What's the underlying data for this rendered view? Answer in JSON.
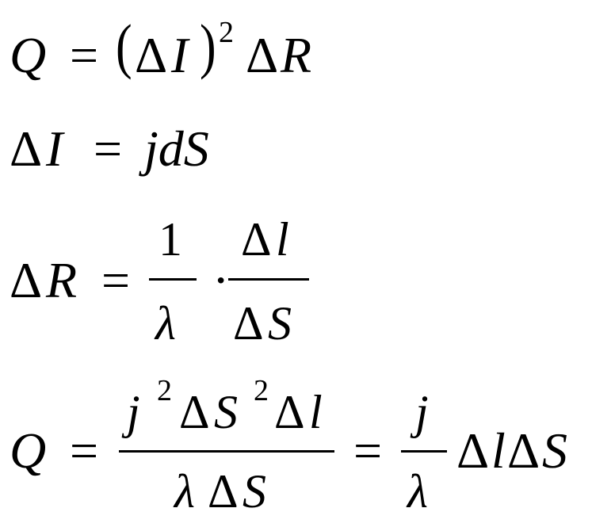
{
  "equations": {
    "eq1": {
      "lhs": "Q",
      "equals": "=",
      "lparen": "(",
      "delta1": "Δ",
      "var1": "I",
      "rparen": ")",
      "exponent": "2",
      "delta2": "Δ",
      "var2": "R"
    },
    "eq2": {
      "delta": "Δ",
      "lhs": "I",
      "equals": "=",
      "rhs": "jdS"
    },
    "eq3": {
      "delta": "Δ",
      "lhs": "R",
      "equals": "=",
      "frac1_num": "1",
      "frac1_den": "λ",
      "dot": "·",
      "frac2_num_delta": "Δ",
      "frac2_num_var": "l",
      "frac2_den_delta": "Δ",
      "frac2_den_var": "S"
    },
    "eq4": {
      "lhs": "Q",
      "equals1": "=",
      "frac1_num_j": "j",
      "frac1_num_j_exp": "2",
      "frac1_num_delta1": "Δ",
      "frac1_num_S": "S",
      "frac1_num_S_exp": "2",
      "frac1_num_delta2": "Δ",
      "frac1_num_l": "l",
      "frac1_den_lambda": "λ",
      "frac1_den_delta": "Δ",
      "frac1_den_S": "S",
      "equals2": "=",
      "frac2_num": "j",
      "frac2_den": "λ",
      "tail_delta1": "Δ",
      "tail_l": "l",
      "tail_delta2": "Δ",
      "tail_S": "S"
    }
  }
}
